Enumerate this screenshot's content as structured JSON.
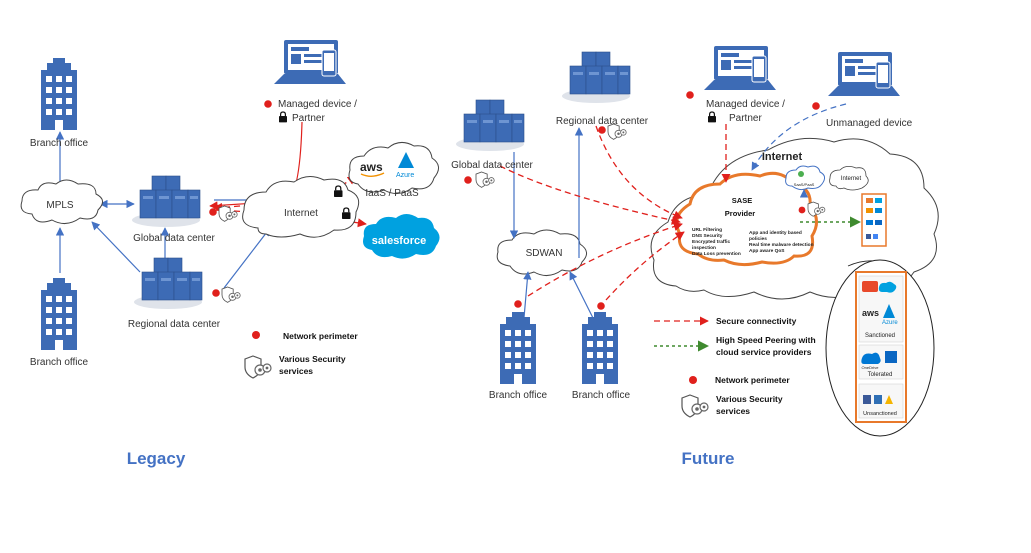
{
  "legacy": {
    "title": "Legacy",
    "branch_office_top": "Branch office",
    "branch_office_bottom": "Branch office",
    "mpls": "MPLS",
    "global_dc": "Global data center",
    "regional_dc": "Regional data center",
    "managed_device_line1": "Managed device /",
    "managed_device_line2": "Partner",
    "internet": "Internet",
    "iaas_paas": "IaaS / PaaS",
    "aws": "aws",
    "azure": "Azure",
    "salesforce": "salesforce",
    "legend_perimeter": "Network perimeter",
    "legend_security_line1": "Various Security",
    "legend_security_line2": "services"
  },
  "future": {
    "title": "Future",
    "regional_dc": "Regional data center",
    "global_dc": "Global data center",
    "managed_device_line1": "Managed device /",
    "managed_device_line2": "Partner",
    "unmanaged_device": "Unmanaged device",
    "internet": "Internet",
    "internet_small": "Internet",
    "sdwan": "SDWAN",
    "sase_line1": "SASE",
    "sase_line2": "Provider",
    "sase_left_features": [
      "URL Filtering",
      "DNS Security",
      "Encrypted traffic",
      "inspection",
      "Data Loss prevention"
    ],
    "sase_right_features": [
      "App and identity based",
      "policies",
      "Real time malware detection",
      "App aware QoS"
    ],
    "cloud_icon_label": "SaaS/PaaS",
    "branch_office_left": "Branch office",
    "branch_office_right": "Branch office",
    "legend_secure": "Secure connectivity",
    "legend_peering_line1": "High Speed Peering with",
    "legend_peering_line2": "cloud service providers",
    "legend_perimeter": "Network perimeter",
    "legend_security_line1": "Various Security",
    "legend_security_line2": "services",
    "apps_sanctioned": "Sanctioned",
    "apps_tolerated": "Tolerated",
    "apps_unsanctioned": "Unsanctioned",
    "app_aws": "aws",
    "app_azure": "Azure",
    "app_onedrive": "OneDrive"
  },
  "colors": {
    "accent_blue": "#4472c4",
    "perimeter_red": "#e0201c",
    "sase_orange": "#e8792b",
    "peering_green": "#3f8a2f"
  }
}
